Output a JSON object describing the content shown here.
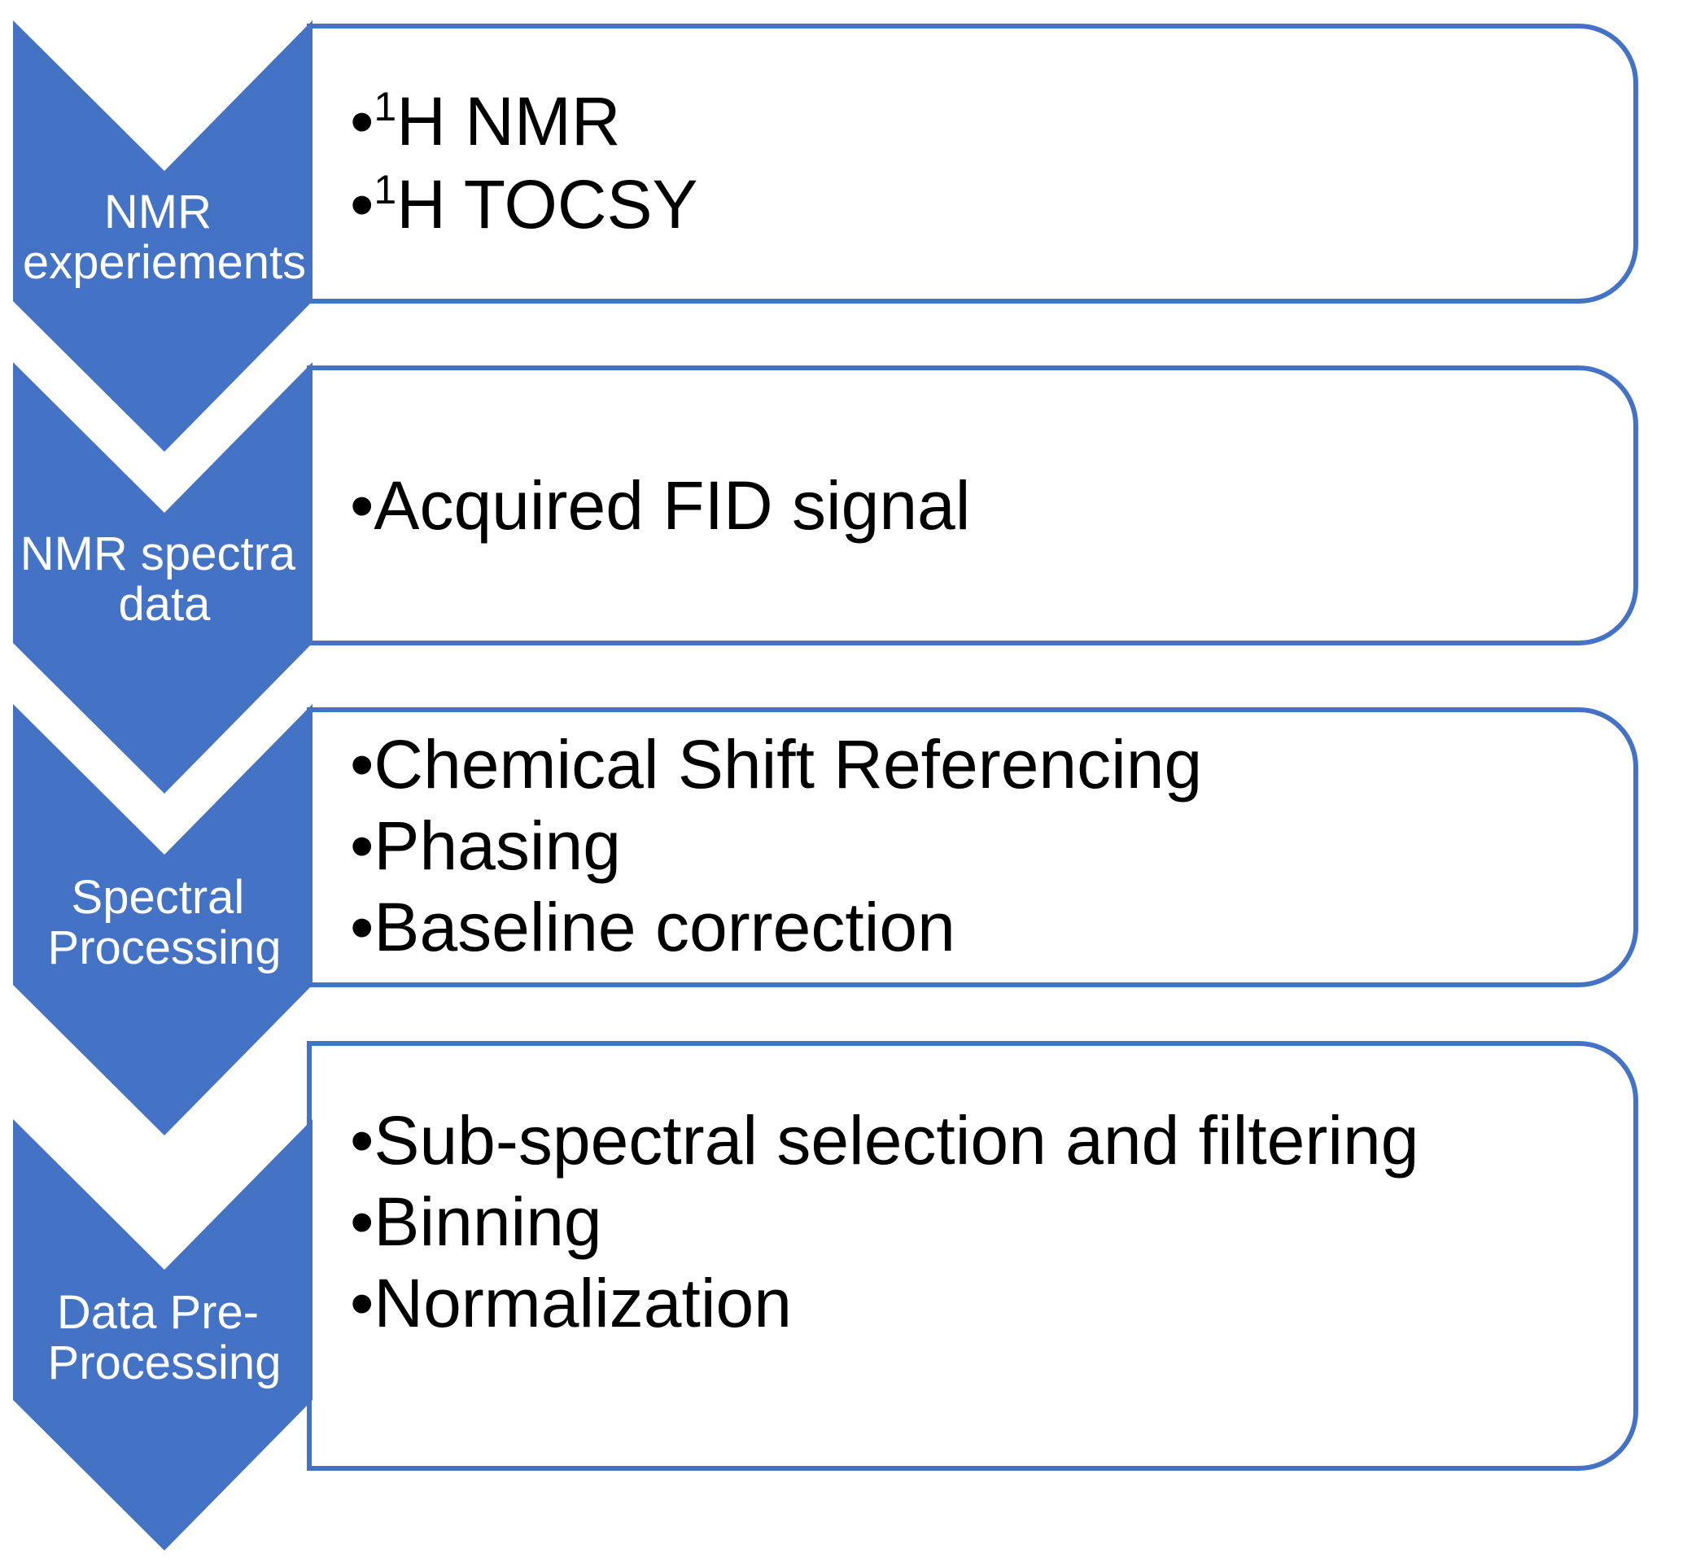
{
  "colors": {
    "chevron_fill": "#4472C4",
    "box_stroke": "#4472C4",
    "box_fill": "#FFFFFF",
    "label_text": "#FFFFFF",
    "bullet_text": "#000000"
  },
  "steps": [
    {
      "label_lines": [
        "NMR",
        "experiements"
      ],
      "bullets": [
        {
          "sup": "1",
          "text": "H NMR"
        },
        {
          "sup": "1",
          "text": "H TOCSY"
        }
      ]
    },
    {
      "label_lines": [
        "NMR spectra",
        "data"
      ],
      "bullets": [
        {
          "text": "Acquired FID signal"
        }
      ]
    },
    {
      "label_lines": [
        "Spectral",
        "Processing"
      ],
      "bullets": [
        {
          "text": "Chemical Shift Referencing"
        },
        {
          "text": "Phasing"
        },
        {
          "text": "Baseline correction"
        }
      ]
    },
    {
      "label_lines": [
        "Data Pre-",
        "Processing"
      ],
      "bullets": [
        {
          "text": "Sub-spectral selection and filtering"
        },
        {
          "text": "Binning"
        },
        {
          "text": "Normalization"
        }
      ]
    }
  ]
}
